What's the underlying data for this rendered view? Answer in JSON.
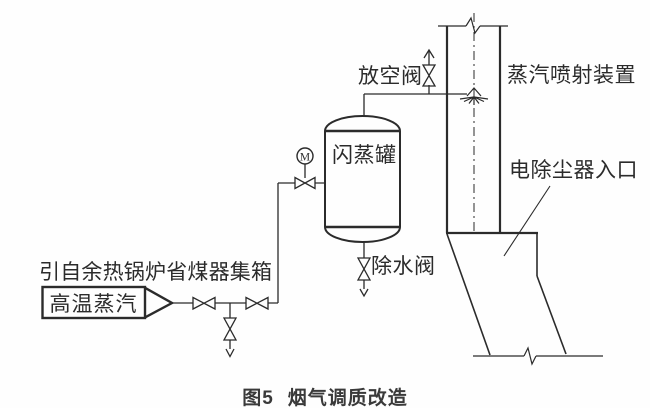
{
  "figure": {
    "labels": {
      "source": "引自余热锅炉省煤器集箱",
      "steam_box": "高温蒸汽",
      "vent_valve": "放空阀",
      "flash_tank": "闪蒸罐",
      "steam_injector": "蒸汽喷射装置",
      "esp_inlet": "电除尘器入口",
      "drain_valve": "除水阀",
      "motor": "M"
    },
    "caption": {
      "number": "图5",
      "title": "烟气调质改造"
    },
    "colors": {
      "line": "#2b2b2b",
      "caption_text": "#3a3a3a",
      "background": "#ffffff"
    }
  }
}
